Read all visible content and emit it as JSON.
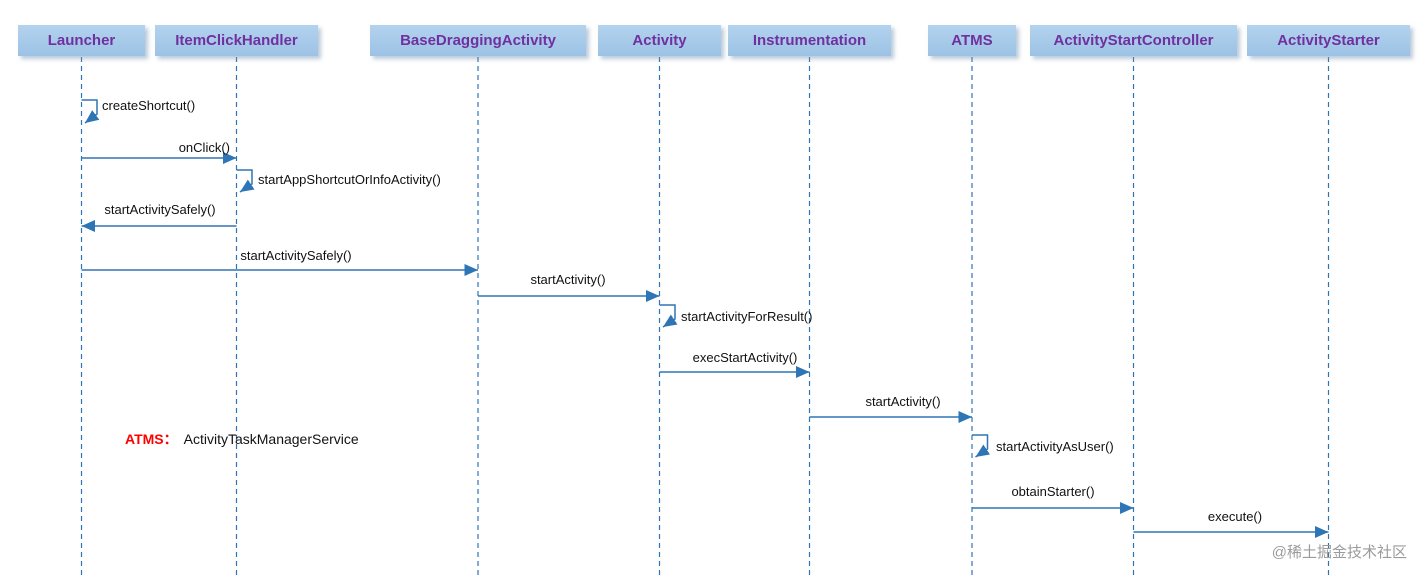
{
  "participants": [
    {
      "label": "Launcher"
    },
    {
      "label": "ItemClickHandler"
    },
    {
      "label": "BaseDraggingActivity"
    },
    {
      "label": "Activity"
    },
    {
      "label": "Instrumentation"
    },
    {
      "label": "ATMS"
    },
    {
      "label": "ActivityStartController"
    },
    {
      "label": "ActivityStarter"
    }
  ],
  "messages": [
    {
      "label": "createShortcut()",
      "type": "self",
      "from": "Launcher",
      "to": "Launcher"
    },
    {
      "label": "onClick()",
      "type": "arrow",
      "from": "Launcher",
      "to": "ItemClickHandler"
    },
    {
      "label": "startAppShortcutOrInfoActivity()",
      "type": "self",
      "from": "ItemClickHandler",
      "to": "ItemClickHandler"
    },
    {
      "label": "startActivitySafely()",
      "type": "arrow",
      "from": "ItemClickHandler",
      "to": "Launcher"
    },
    {
      "label": "startActivitySafely()",
      "type": "arrow",
      "from": "Launcher",
      "to": "BaseDraggingActivity"
    },
    {
      "label": "startActivity()",
      "type": "arrow",
      "from": "BaseDraggingActivity",
      "to": "Activity"
    },
    {
      "label": "startActivityForResult()",
      "type": "self",
      "from": "Activity",
      "to": "Activity"
    },
    {
      "label": "execStartActivity()",
      "type": "arrow",
      "from": "Activity",
      "to": "Instrumentation"
    },
    {
      "label": "startActivity()",
      "type": "arrow",
      "from": "Instrumentation",
      "to": "ATMS"
    },
    {
      "label": "startActivityAsUser()",
      "type": "self",
      "from": "ATMS",
      "to": "ATMS"
    },
    {
      "label": "obtainStarter()",
      "type": "arrow",
      "from": "ATMS",
      "to": "ActivityStartController"
    },
    {
      "label": "execute()",
      "type": "arrow",
      "from": "ActivityStartController",
      "to": "ActivityStarter"
    }
  ],
  "note": {
    "term": "ATMS：",
    "definition": "ActivityTaskManagerService"
  },
  "watermark": "@稀土掘金技术社区",
  "colors": {
    "box_fill": "#9CC2E5",
    "box_text": "#7030A0",
    "line": "#2E75B6",
    "label_text": "#111111",
    "note_term": "#FF0000",
    "watermark": "#9B9B9B"
  }
}
